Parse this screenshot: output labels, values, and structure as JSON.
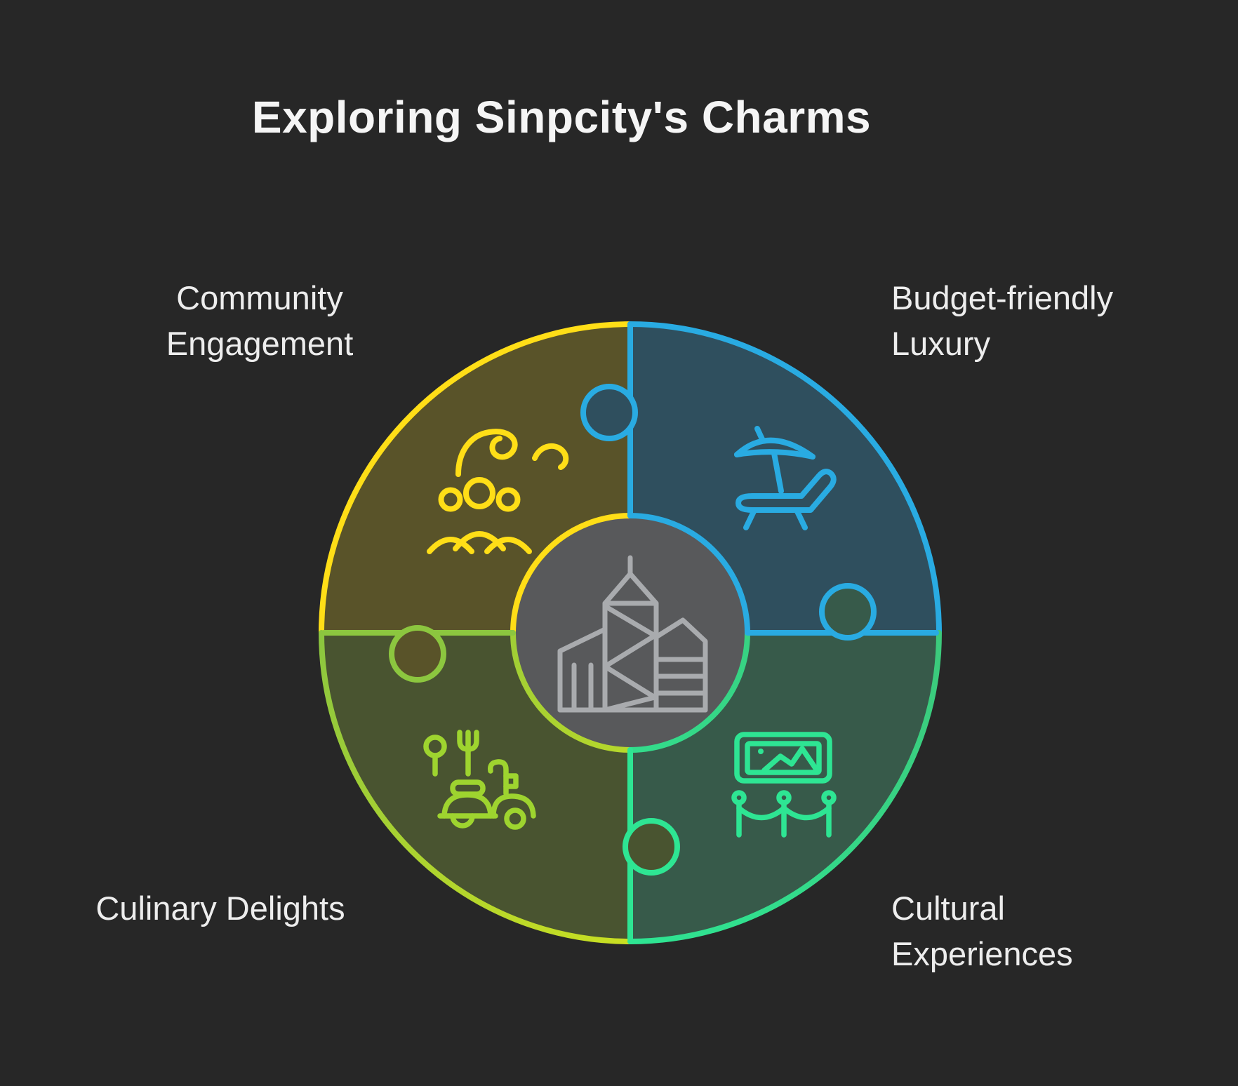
{
  "title": "Exploring Sinpcity's Charms",
  "segments": [
    {
      "id": "community-engagement",
      "label": "Community\nEngagement",
      "color": "#FFDE17",
      "icon": "community-hand-people-icon",
      "position": "top-left"
    },
    {
      "id": "budget-friendly-luxury",
      "label": "Budget-friendly\nLuxury",
      "color": "#29ABE2",
      "icon": "beach-lounger-umbrella-icon",
      "position": "top-right"
    },
    {
      "id": "culinary-delights",
      "label": "Culinary Delights",
      "color": "#8CC63F",
      "icon": "food-delivery-scooter-icon",
      "position": "bottom-left"
    },
    {
      "id": "cultural-experiences",
      "label": "Cultural\nExperiences",
      "color": "#2EE593",
      "icon": "art-gallery-icon",
      "position": "bottom-right"
    }
  ],
  "center": {
    "icon": "city-skyline-icon"
  },
  "colors": {
    "bg": "#272727",
    "title": "#F5F5F5",
    "text": "#EDEDED",
    "yellow": "#FFDE17",
    "blue": "#29ABE2",
    "lime": "#8CC63F",
    "lime_end": "#C9DF22",
    "lime_icon": "#9ED42F",
    "green": "#3CC97B",
    "green_end": "#2EE593",
    "fill_yellow": "#595329",
    "fill_blue": "#2F4F5E",
    "fill_lime": "#495430",
    "fill_green": "#375A4A",
    "gray_disc": "#58595B",
    "icon_gray": "#A9ABAE"
  }
}
